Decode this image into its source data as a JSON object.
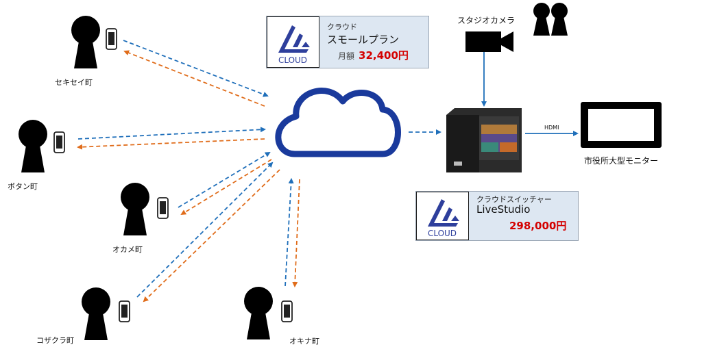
{
  "sites": [
    {
      "label": "セキセイ町"
    },
    {
      "label": "ボタン町"
    },
    {
      "label": "オカメ町"
    },
    {
      "label": "コザクラ町"
    },
    {
      "label": "オキナ町"
    }
  ],
  "plan_card": {
    "logo_text": "CLOUD",
    "subtitle": "クラウド",
    "title": "スモールプラン",
    "price_prefix": "月額",
    "price": "32,400円"
  },
  "switcher_card": {
    "logo_text": "CLOUD",
    "subtitle": "クラウドスイッチャー",
    "title": "LiveStudio",
    "price": "298,000円"
  },
  "camera": {
    "label": "スタジオカメラ",
    "icon": "video-camera-icon"
  },
  "monitor": {
    "label": "市役所大型モニター",
    "icon": "monitor-icon"
  },
  "link_label": "HDMI",
  "colors": {
    "upstream": "#1f6fba",
    "downstream": "#e06c1a",
    "cloud": "#1a3a9c",
    "price": "#d40000",
    "card": "#dde7f2"
  }
}
